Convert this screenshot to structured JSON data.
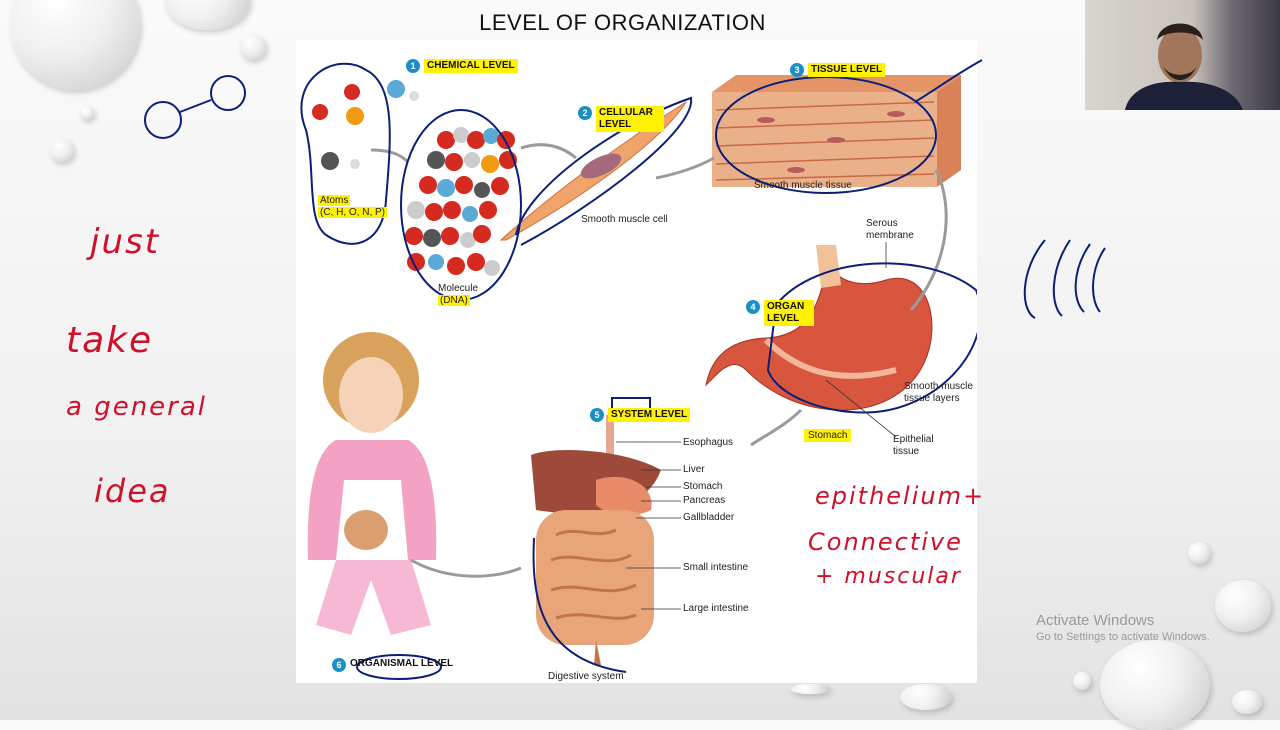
{
  "slide": {
    "title": "LEVEL OF ORGANIZATION"
  },
  "diagram": {
    "levels": [
      {
        "number": "1",
        "label": "CHEMICAL LEVEL"
      },
      {
        "number": "2",
        "label": "CELLULAR LEVEL"
      },
      {
        "number": "3",
        "label": "TISSUE LEVEL"
      },
      {
        "number": "4",
        "label": "ORGAN LEVEL"
      },
      {
        "number": "5",
        "label": "SYSTEM LEVEL"
      },
      {
        "number": "6",
        "label": "ORGANISMAL LEVEL"
      }
    ],
    "labels": {
      "atoms": "Atoms",
      "atoms_elements": "(C, H, O, N, P)",
      "molecule": "Molecule",
      "molecule_sub": "(DNA)",
      "smooth_muscle_cell": "Smooth muscle cell",
      "smooth_muscle_tissue": "Smooth muscle tissue",
      "serous_membrane_1": "Serous",
      "serous_membrane_2": "membrane",
      "smooth_muscle_layers_1": "Smooth muscle",
      "smooth_muscle_layers_2": "tissue layers",
      "stomach_organ": "Stomach",
      "epithelial_1": "Epithelial",
      "epithelial_2": "tissue",
      "esophagus": "Esophagus",
      "liver": "Liver",
      "stomach": "Stomach",
      "pancreas": "Pancreas",
      "gallbladder": "Gallbladder",
      "small_intestine": "Small intestine",
      "large_intestine": "Large intestine",
      "digestive_system": "Digestive system"
    }
  },
  "handwriting": {
    "left": [
      "just",
      "take",
      "a general",
      "idea"
    ],
    "right": [
      "epithelium+",
      "Connective",
      "+ muscular"
    ]
  },
  "watermark": {
    "title": "Activate Windows",
    "subtitle": "Go to Settings to activate Windows."
  },
  "colors": {
    "highlight": "#fff200",
    "level_badge": "#1a8fc4",
    "annotation_ink": "#d0102a",
    "pen_ink": "#0b1f78"
  }
}
